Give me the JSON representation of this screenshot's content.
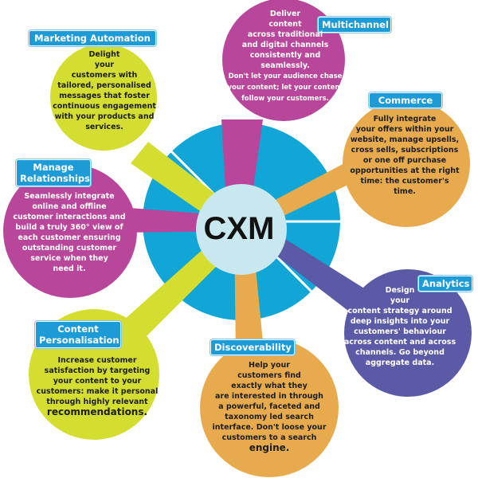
{
  "hub": {
    "title": "CXM"
  },
  "colors": {
    "blue_ring": "#11a6d6",
    "hub": "#c9e7ee",
    "magenta": "#b8469a",
    "yellow_green": "#d3de31",
    "orange": "#e7ab4e",
    "purple": "#5a5aa6",
    "label_bg": "#1d9bd7"
  },
  "nodes": [
    {
      "id": "multichannel",
      "label": "Multichannel",
      "lines": [
        "Deliver",
        "content",
        "across traditional",
        "and digital channels",
        "consistently and seamlessly.",
        "Don't let your audience chase",
        "your content; let your content",
        "follow your customers."
      ]
    },
    {
      "id": "marketing_automation",
      "label": "Marketing Automation",
      "lines": [
        "Delight",
        "your",
        "customers with",
        "tailored, personalised",
        "messages that foster",
        "continuous engagement",
        "with your products and",
        "services."
      ]
    },
    {
      "id": "commerce",
      "label": "Commerce",
      "lines": [
        "Fully integrate",
        "your offers within your",
        "website, manage upsells,",
        "cross sells, subscriptions",
        "or one off purchase",
        "opportunities at the right",
        "time: the customer's",
        "time."
      ]
    },
    {
      "id": "manage_relationships",
      "label": "Manage Relationships",
      "lines": [
        "Seamlessly integrate",
        "online and offline",
        "customer interactions and",
        "build a truly 360° view of",
        "each customer ensuring",
        "outstanding customer",
        "service when they",
        "need it."
      ]
    },
    {
      "id": "analytics",
      "label": "Analytics",
      "lines": [
        "Design",
        "your",
        "content strategy around",
        "deep insights into your",
        "customers' behaviour",
        "across content and across",
        "channels. Go beyond",
        "aggregate data."
      ]
    },
    {
      "id": "content_personalisation",
      "label": "Content Personalisation",
      "lines": [
        "Increase customer",
        "satisfaction by targeting",
        "your content to your",
        "customers: make it personal",
        "through highly relevant",
        "recommendations."
      ]
    },
    {
      "id": "discoverability",
      "label": "Discoverability",
      "lines": [
        "Help your",
        "customers find",
        "exactly what they",
        "are interested in through",
        "a powerful, faceted and",
        "taxonomy led search",
        "interface. Don't loose your",
        "customers to a search",
        "engine."
      ]
    }
  ]
}
